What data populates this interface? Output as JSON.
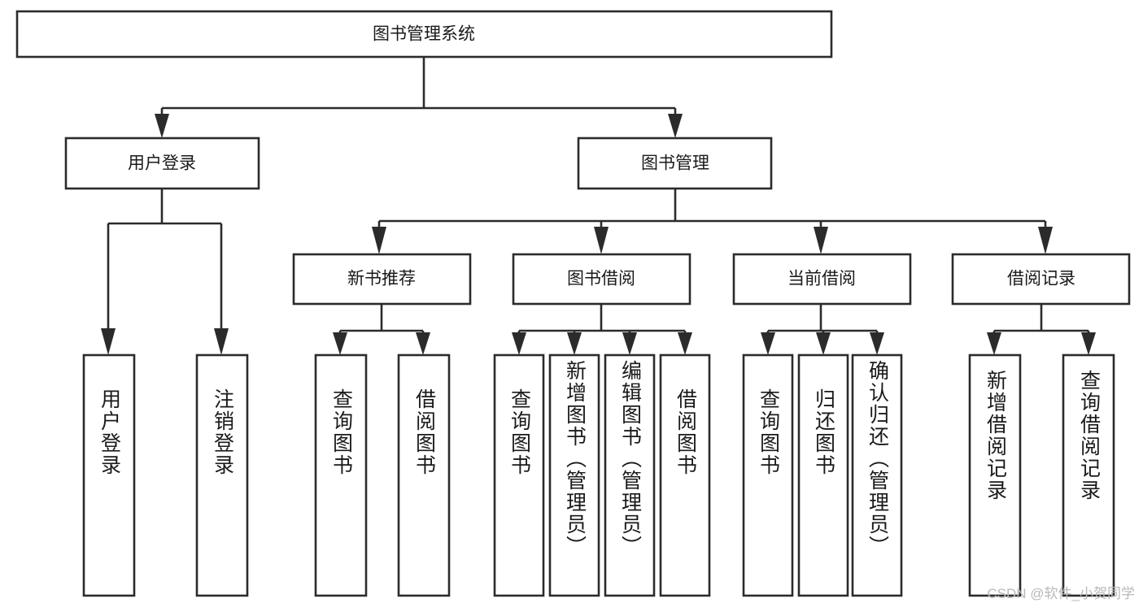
{
  "diagram": {
    "kind": "tree-structure-chart",
    "title": "图书管理系统",
    "background_color": "#ffffff",
    "line_color": "#2b2b2b",
    "text_color": "#1a1a1a",
    "levels": {
      "root": {
        "label": "图书管理系统"
      },
      "level1": [
        {
          "label": "用户登录"
        },
        {
          "label": "图书管理"
        }
      ],
      "level2": [
        {
          "label": "新书推荐"
        },
        {
          "label": "图书借阅"
        },
        {
          "label": "当前借阅"
        },
        {
          "label": "借阅记录"
        }
      ],
      "leaves": {
        "user_login": [
          {
            "label": "用户登录"
          },
          {
            "label": "注销登录"
          }
        ],
        "new_book_recommend": [
          {
            "label": "查询图书"
          },
          {
            "label": "借阅图书"
          }
        ],
        "book_borrow": [
          {
            "label": "查询图书"
          },
          {
            "label": "新增图书（管理员）"
          },
          {
            "label": "编辑图书（管理员）"
          },
          {
            "label": "借阅图书"
          }
        ],
        "current_borrow": [
          {
            "label": "查询图书"
          },
          {
            "label": "归还图书"
          },
          {
            "label": "确认归还（管理员）"
          }
        ],
        "borrow_record": [
          {
            "label": "新增借阅记录"
          },
          {
            "label": "查询借阅记录"
          }
        ]
      }
    }
  },
  "watermark": {
    "text": "CSDN @软件_小贺同学"
  }
}
